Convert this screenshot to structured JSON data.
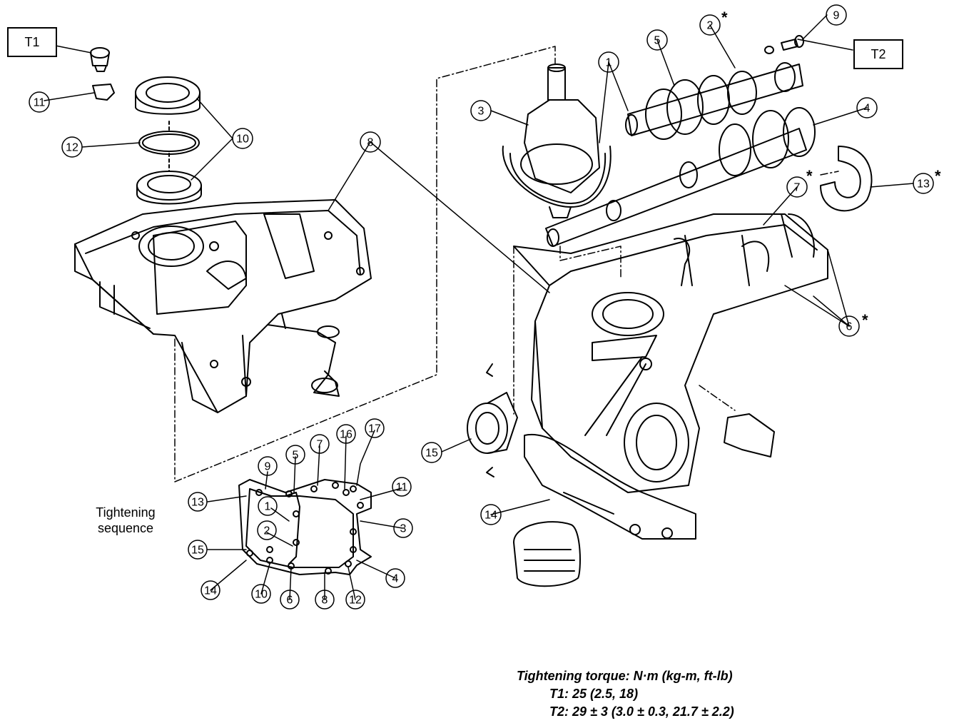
{
  "callouts": {
    "t1": "T1",
    "t2": "T2",
    "main": [
      {
        "id": "c1",
        "label": "1"
      },
      {
        "id": "c2",
        "label": "2"
      },
      {
        "id": "c3",
        "label": "3"
      },
      {
        "id": "c4",
        "label": "4"
      },
      {
        "id": "c5",
        "label": "5"
      },
      {
        "id": "c6",
        "label": "6"
      },
      {
        "id": "c7",
        "label": "7"
      },
      {
        "id": "c8",
        "label": "8"
      },
      {
        "id": "c9",
        "label": "9"
      },
      {
        "id": "c10",
        "label": "10"
      },
      {
        "id": "c11",
        "label": "11"
      },
      {
        "id": "c12",
        "label": "12"
      },
      {
        "id": "c13",
        "label": "13"
      },
      {
        "id": "c14",
        "label": "14"
      },
      {
        "id": "c15",
        "label": "15"
      }
    ],
    "sequence": [
      "1",
      "2",
      "3",
      "4",
      "5",
      "6",
      "7",
      "8",
      "9",
      "10",
      "11",
      "12",
      "13",
      "14",
      "15",
      "16",
      "17"
    ],
    "star": "*"
  },
  "sequence_caption": [
    "Tightening",
    "sequence"
  ],
  "torque": {
    "heading": "Tightening torque: N·m (kg-m, ft-lb)",
    "t1": "T1: 25 (2.5, 18)",
    "t2": "T2: 29 ± 3 (3.0 ± 0.3, 21.7 ± 2.2)"
  }
}
